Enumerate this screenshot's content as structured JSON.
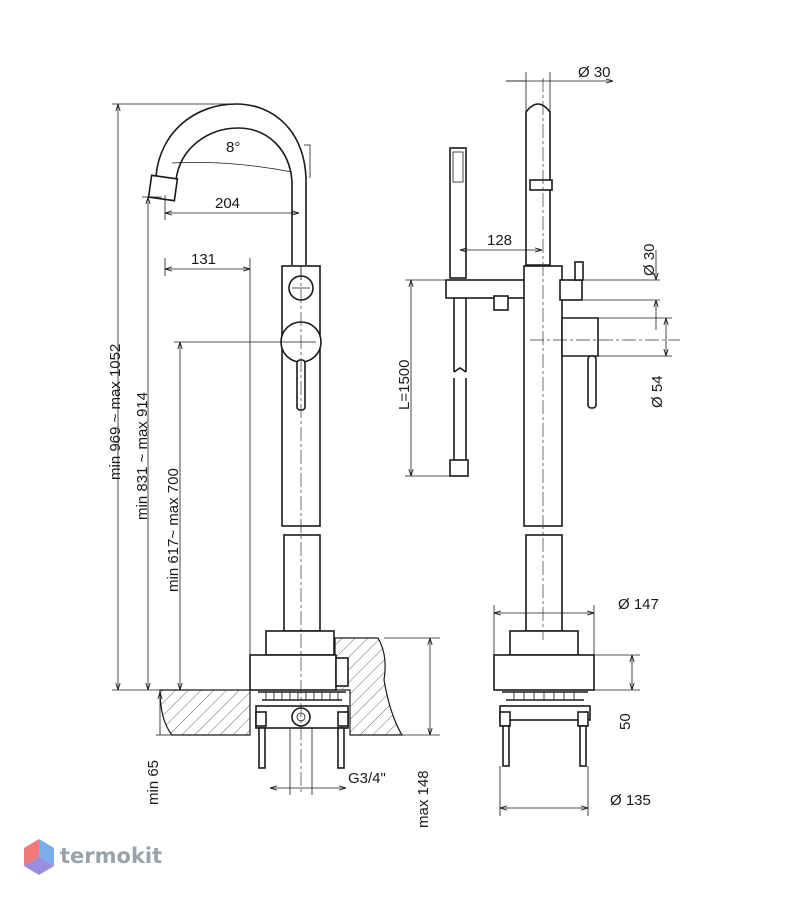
{
  "dimensions": {
    "total_height": "min 969 ~ max 1052",
    "spout_height": "min 831 ~ max 914",
    "handle_height": "min 617~ max 700",
    "min_depth": "min 65",
    "max_depth": "max 148",
    "thread": "G3/4\"",
    "spout_reach": "204",
    "handle_offset": "131",
    "swivel_angle": "8°",
    "shower_offset": "128",
    "hose_length": "L=1500",
    "diam_30_top": "Ø 30",
    "diam_30_side": "Ø 30",
    "diam_54": "Ø 54",
    "diam_147": "Ø 147",
    "height_50": "50",
    "diam_135": "Ø 135"
  },
  "brand": {
    "name": "termokit",
    "colors": {
      "left": "#f07a7a",
      "right": "#7aaee8",
      "bottom": "#9b8ce0"
    }
  }
}
